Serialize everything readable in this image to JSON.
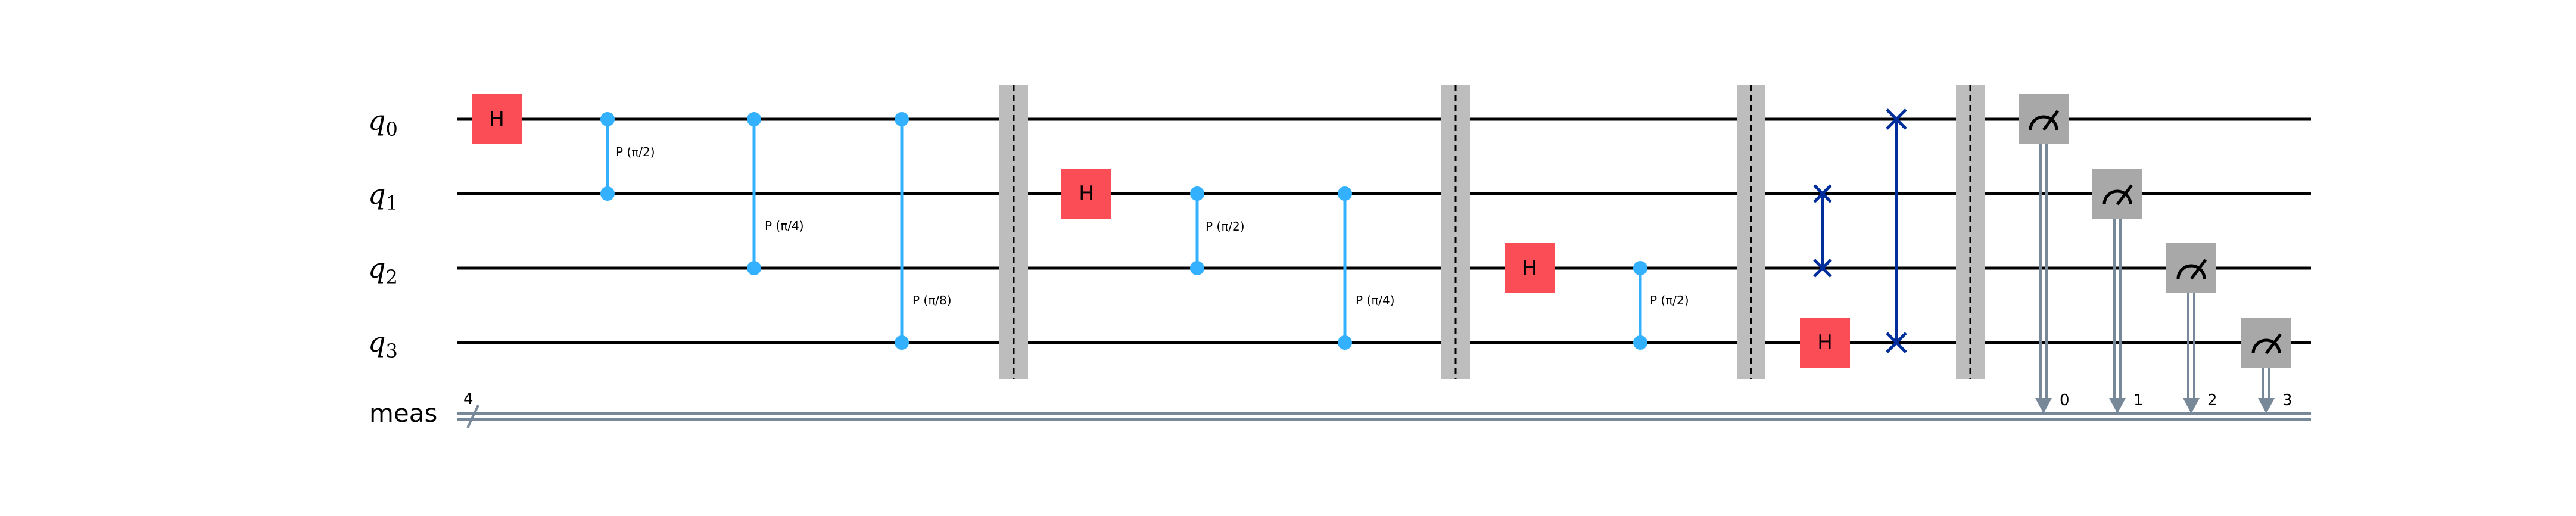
{
  "qubits": [
    {
      "name": "q",
      "index": "0"
    },
    {
      "name": "q",
      "index": "1"
    },
    {
      "name": "q",
      "index": "2"
    },
    {
      "name": "q",
      "index": "3"
    }
  ],
  "classical_register": {
    "name": "meas",
    "size": "4"
  },
  "gates": {
    "h_label": "H",
    "phase": [
      "P (π/2)",
      "P (π/4)",
      "P (π/8)",
      "P (π/2)",
      "P (π/4)",
      "P (π/2)"
    ]
  },
  "measure_bits": [
    "0",
    "1",
    "2",
    "3"
  ],
  "colors": {
    "h_gate": "#fa4d56",
    "controlled_phase": "#33b1ff",
    "swap": "#002d9c",
    "barrier": "#bdbdbd",
    "measure": "#a8a8a8",
    "classical_wire": "#778899"
  }
}
